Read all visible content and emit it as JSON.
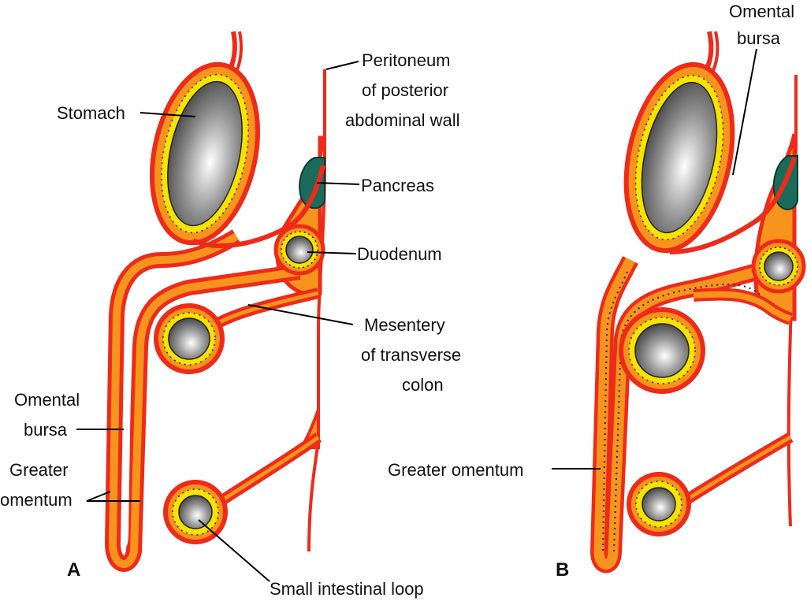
{
  "panels": {
    "a": "A",
    "b": "B"
  },
  "labels_a": {
    "stomach": "Stomach",
    "peritoneum_1": "Peritoneum",
    "peritoneum_2": "of posterior",
    "peritoneum_3": "abdominal wall",
    "pancreas": "Pancreas",
    "duodenum": "Duodenum",
    "mesentery_1": "Mesentery",
    "mesentery_2": "of transverse",
    "mesentery_3": "colon",
    "omental_1": "Omental",
    "omental_2": "bursa",
    "greater_1": "Greater",
    "greater_2": "omentum",
    "small_loop": "Small intestinal loop"
  },
  "labels_b": {
    "omental_1": "Omental",
    "omental_2": "bursa",
    "greater_omentum": "Greater omentum"
  },
  "colors": {
    "peritoneum_red": "#ee2a1a",
    "fill_orange": "#f7941d",
    "mucosa_yellow": "#f6e400",
    "pancreas_green": "#1b6b5a",
    "lumen_grey": "#808080"
  }
}
